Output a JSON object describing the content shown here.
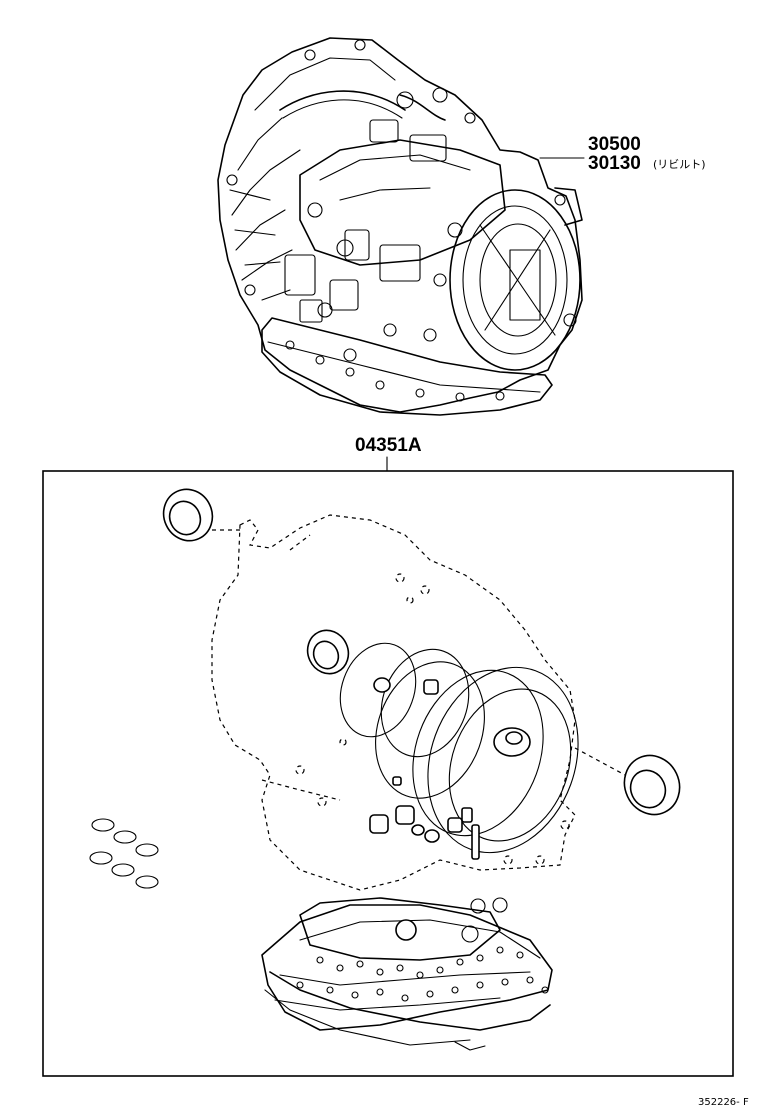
{
  "callouts": {
    "part_30500": "30500",
    "part_30130": "30130",
    "part_30130_note": "(リビルト)",
    "kit_04351A": "04351A"
  },
  "figure_id": "352226- F"
}
